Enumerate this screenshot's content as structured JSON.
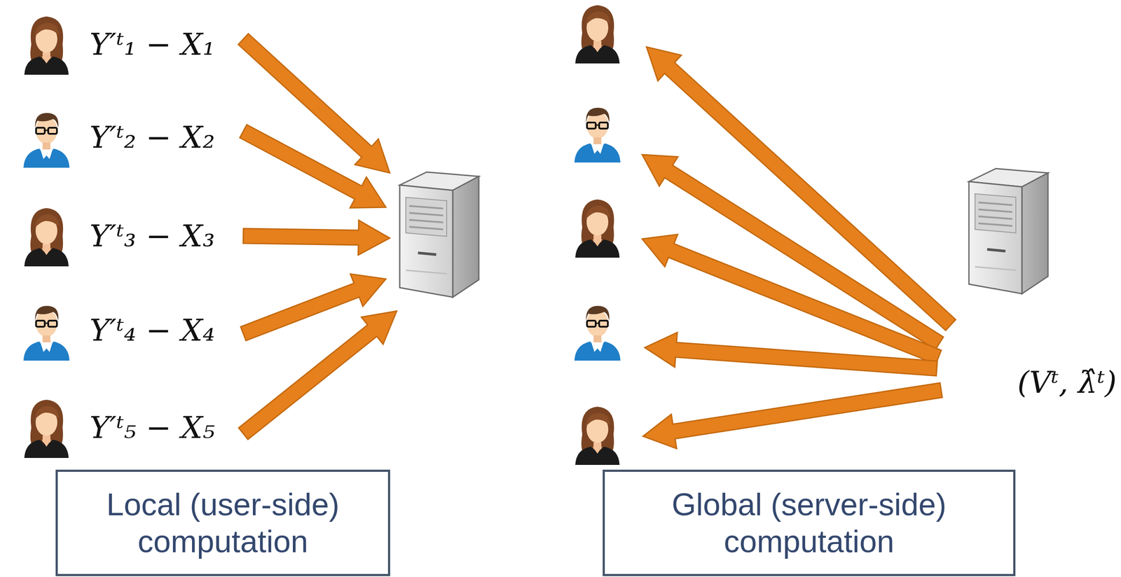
{
  "diagram": {
    "nodes": [
      {
        "text": [
          "Y′ᵗ₁ − X₁"
        ]
      },
      {
        "text": [
          "Y′ᵗ₂ − X₂"
        ]
      },
      {
        "text": [
          "Y′ᵗ₃ − X₃"
        ]
      },
      {
        "text": [
          "Y′ᵗ₄ − X₄"
        ]
      },
      {
        "text": [
          "Y′ᵗ₅ − X₅"
        ]
      },
      {
        "text": [
          "(Vᵗ, λ̂ᵗ)"
        ]
      },
      {
        "text": [
          "Local (user-side) computation"
        ]
      },
      {
        "text": [
          "Global (server-side) computation"
        ]
      }
    ]
  }
}
